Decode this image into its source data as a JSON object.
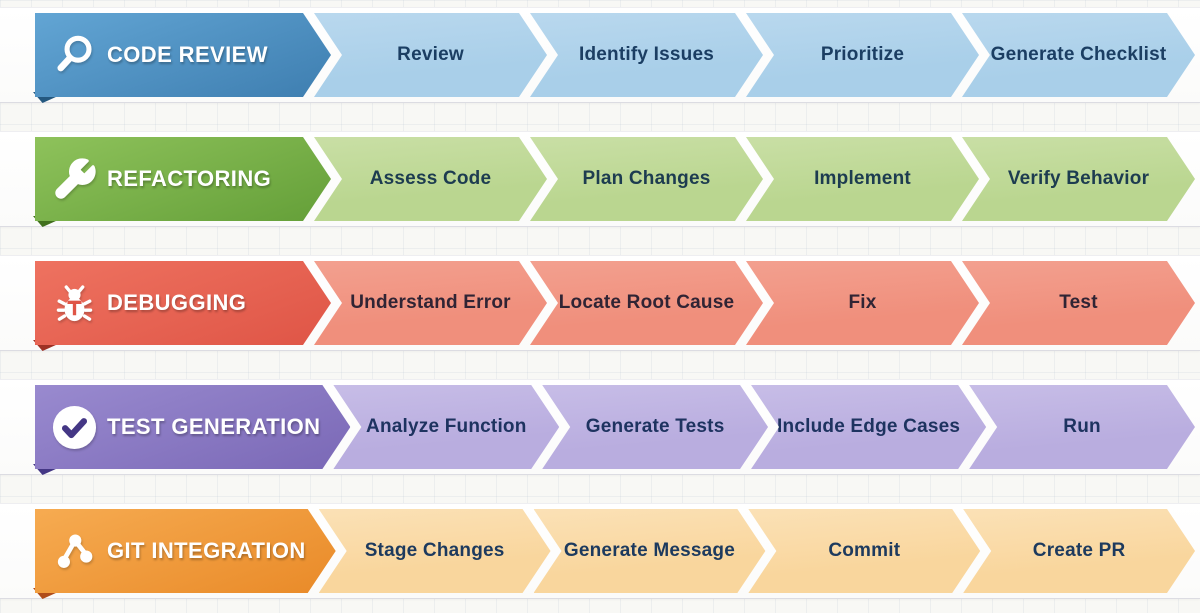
{
  "page": {
    "background": "#f8f8f5",
    "grid_line_color": "rgba(190,200,215,0.22)"
  },
  "rows": [
    {
      "id": "code-review",
      "title": "CODE REVIEW",
      "icon": "magnifier-icon",
      "colors": {
        "header_top": "#62a5d4",
        "header_bottom": "#3e7eb0",
        "step_bg": "#a9cfe9",
        "step_bg_light": "#b9d8ee",
        "step_text": "#1b3e63",
        "title_text": "#ffffff",
        "fold": "#24587f"
      },
      "steps": [
        "Review",
        "Identify Issues",
        "Prioritize",
        "Generate Checklist"
      ]
    },
    {
      "id": "refactoring",
      "title": "REFACTORING",
      "icon": "wrench-icon",
      "colors": {
        "header_top": "#8ec25b",
        "header_bottom": "#649f38",
        "step_bg": "#bad690",
        "step_bg_light": "#c9dfa5",
        "step_text": "#1d3c50",
        "title_text": "#ffffff",
        "fold": "#41701d"
      },
      "steps": [
        "Assess Code",
        "Plan Changes",
        "Implement",
        "Verify Behavior"
      ]
    },
    {
      "id": "debugging",
      "title": "DEBUGGING",
      "icon": "bug-icon",
      "colors": {
        "header_top": "#ee7260",
        "header_bottom": "#df5546",
        "step_bg": "#f08f7c",
        "step_bg_light": "#f3a08f",
        "step_text": "#302434",
        "title_text": "#ffffff",
        "fold": "#9e3124"
      },
      "steps": [
        "Understand Error",
        "Locate Root Cause",
        "Fix",
        "Test"
      ]
    },
    {
      "id": "test-generation",
      "title": "TEST GENERATION",
      "icon": "check-circle-icon",
      "colors": {
        "header_top": "#998acf",
        "header_bottom": "#7a68b6",
        "step_bg": "#b9addf",
        "step_bg_light": "#c7bde7",
        "step_text": "#1e3360",
        "title_text": "#ffffff",
        "fold": "#443785"
      },
      "steps": [
        "Analyze Function",
        "Generate Tests",
        "Include Edge Cases",
        "Run"
      ]
    },
    {
      "id": "git-integration",
      "title": "GIT INTEGRATION",
      "icon": "git-branch-icon",
      "colors": {
        "header_top": "#f6ab51",
        "header_bottom": "#e98a28",
        "step_bg": "#f9d69d",
        "step_bg_light": "#fbe1b6",
        "step_text": "#1d3a5e",
        "title_text": "#ffffff",
        "fold": "#b04d1a"
      },
      "steps": [
        "Stage Changes",
        "Generate Message",
        "Commit",
        "Create PR"
      ]
    }
  ]
}
